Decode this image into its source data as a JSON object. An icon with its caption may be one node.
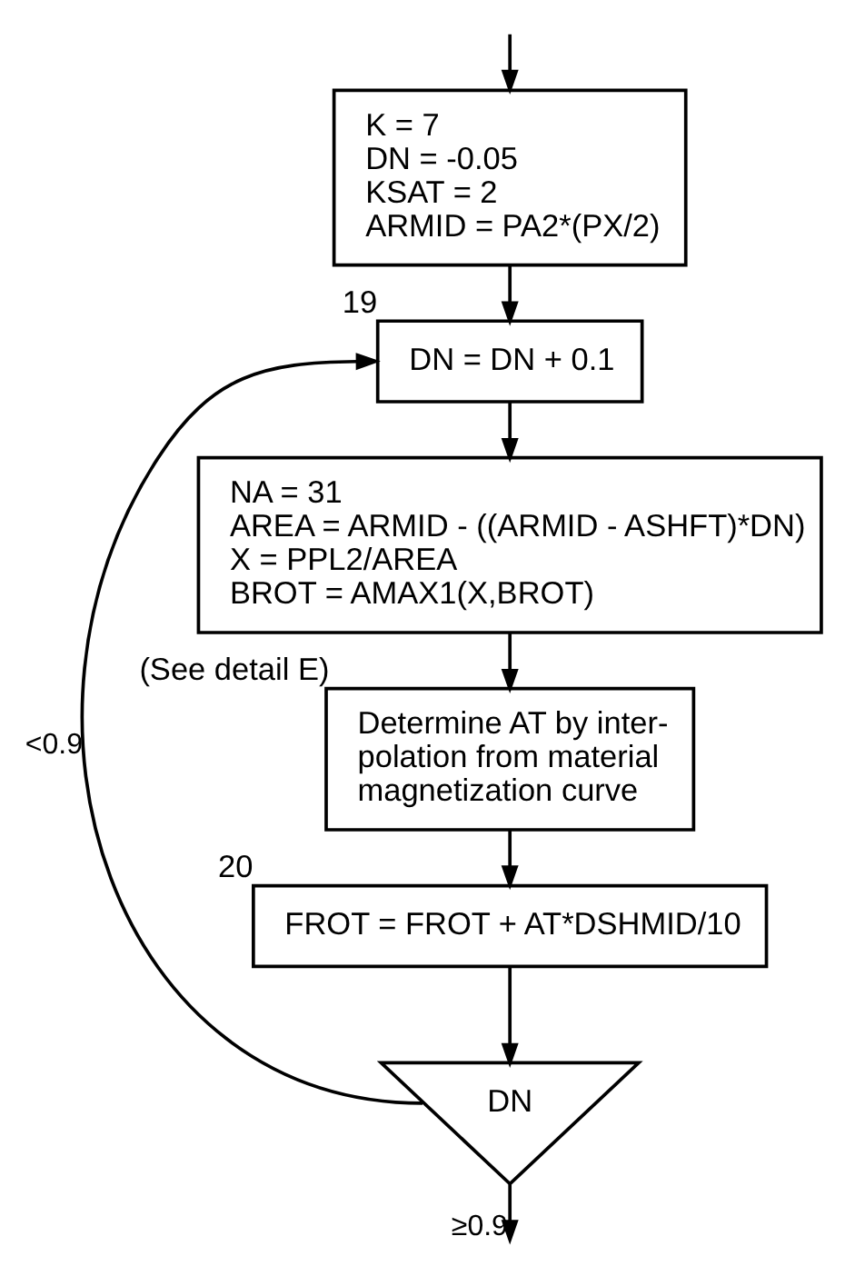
{
  "diagram": {
    "nodes": [
      {
        "text": [
          "K = 7",
          "DN = -0.05",
          "KSAT = 2",
          "ARMID = PA2*(PX/2)"
        ]
      },
      {
        "text": [
          "DN = DN + 0.1"
        ],
        "beside": [
          "19"
        ]
      },
      {
        "text": [
          "NA = 31",
          "AREA = ARMID - ((ARMID - ASHFT)*DN)",
          "X = PPL2/AREA",
          "BROT = AMAX1(X,BROT)"
        ]
      },
      {
        "text": [
          "Determine AT by inter- polation from material magnetization curve"
        ],
        "beside": [
          "(See detail E)"
        ]
      },
      {
        "text": [
          "FROT = FROT + AT*DSHMID/10"
        ],
        "beside": [
          "20"
        ]
      },
      {
        "text": [
          "DN"
        ]
      }
    ],
    "edges": [
      {
        "from": null,
        "to": 0,
        "arrow": "to"
      },
      {
        "from": 0,
        "to": 1,
        "arrow": "to"
      },
      {
        "from": 1,
        "to": 2,
        "arrow": "to"
      },
      {
        "from": 2,
        "to": 3,
        "arrow": "to"
      },
      {
        "from": 3,
        "to": 4,
        "arrow": "to"
      },
      {
        "from": 4,
        "to": 5,
        "arrow": "to"
      },
      {
        "from": 5,
        "to": 1,
        "arrow": "to",
        "label": "<0.9"
      },
      {
        "from": 5,
        "to": null,
        "arrow": "to",
        "label": "≥0.9"
      }
    ]
  }
}
